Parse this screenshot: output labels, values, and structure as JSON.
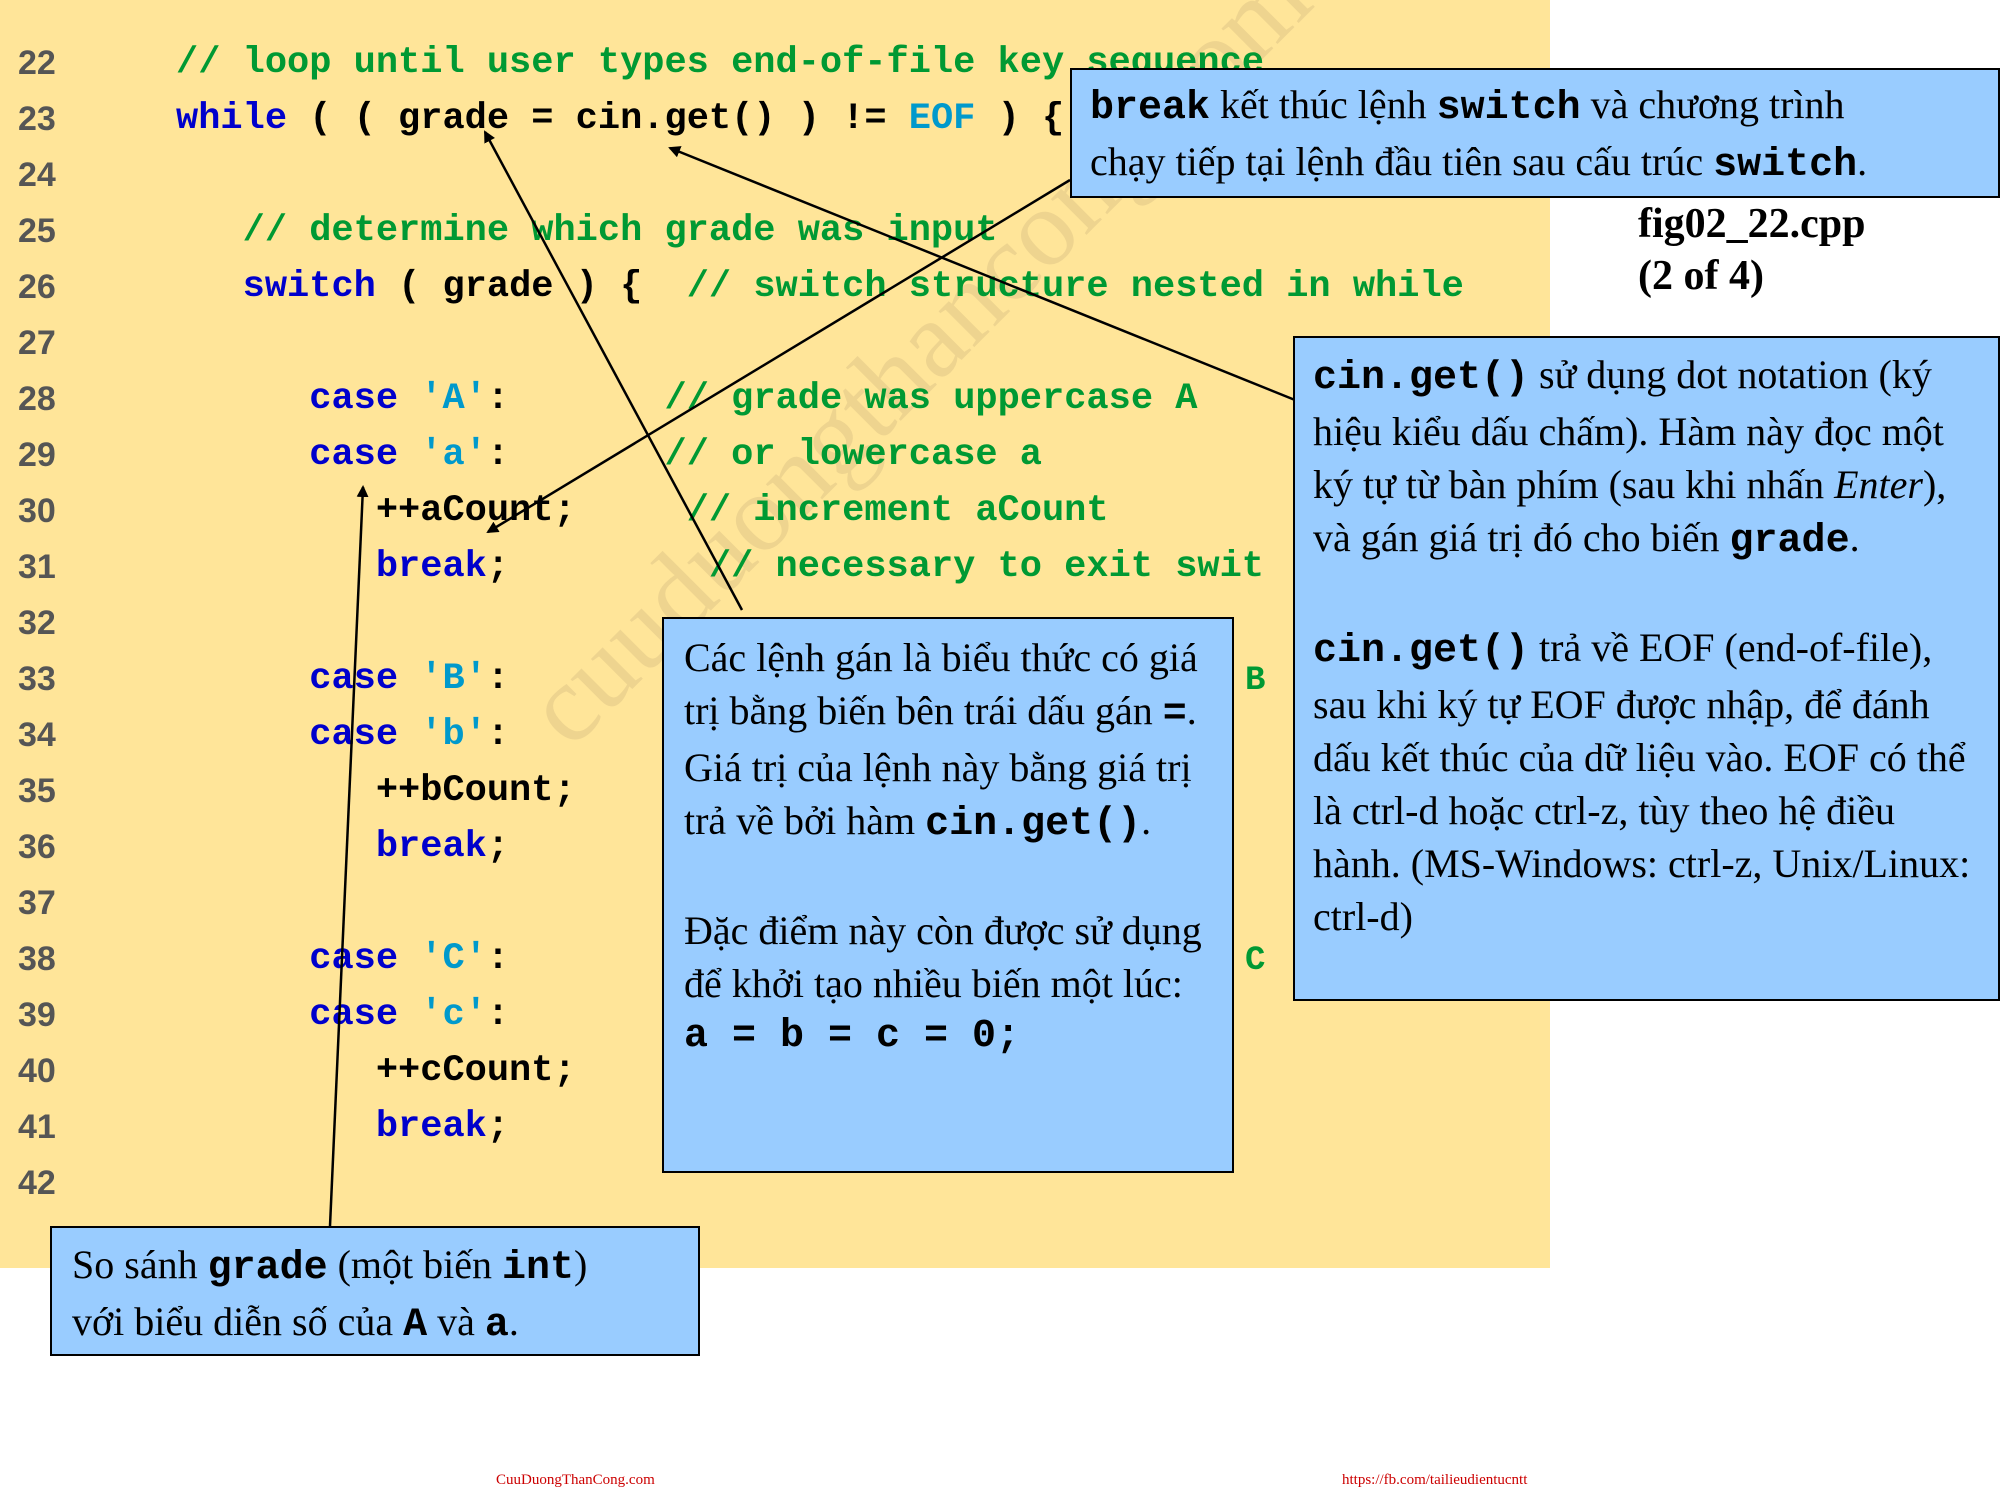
{
  "code_lines": [
    {
      "num": "22",
      "tokens": [
        {
          "t": "// loop until user types end-of-file key sequence",
          "c": "comment"
        }
      ]
    },
    {
      "num": "23",
      "tokens": [
        {
          "t": "while",
          "c": "keyword"
        },
        {
          "t": " ( ( grade = cin.get() ) != ",
          "c": "default"
        },
        {
          "t": "EOF",
          "c": "eof"
        },
        {
          "t": " ) {",
          "c": "default"
        }
      ]
    },
    {
      "num": "24",
      "tokens": []
    },
    {
      "num": "25",
      "tokens": [
        {
          "t": "   // determine which grade was input",
          "c": "comment"
        }
      ]
    },
    {
      "num": "26",
      "tokens": [
        {
          "t": "   ",
          "c": "default"
        },
        {
          "t": "switch",
          "c": "keyword"
        },
        {
          "t": " ( grade ) {  ",
          "c": "default"
        },
        {
          "t": "// switch structure nested in while",
          "c": "comment"
        }
      ]
    },
    {
      "num": "27",
      "tokens": []
    },
    {
      "num": "28",
      "tokens": [
        {
          "t": "      ",
          "c": "default"
        },
        {
          "t": "case",
          "c": "keyword"
        },
        {
          "t": " ",
          "c": "default"
        },
        {
          "t": "'A'",
          "c": "char"
        },
        {
          "t": ":       ",
          "c": "default"
        },
        {
          "t": "// grade was uppercase A",
          "c": "comment"
        }
      ]
    },
    {
      "num": "29",
      "tokens": [
        {
          "t": "      ",
          "c": "default"
        },
        {
          "t": "case",
          "c": "keyword"
        },
        {
          "t": " ",
          "c": "default"
        },
        {
          "t": "'a'",
          "c": "char"
        },
        {
          "t": ":       ",
          "c": "default"
        },
        {
          "t": "// or lowercase a",
          "c": "comment"
        }
      ]
    },
    {
      "num": "30",
      "tokens": [
        {
          "t": "         ++aCount;     ",
          "c": "default"
        },
        {
          "t": "// increment aCount",
          "c": "comment"
        }
      ]
    },
    {
      "num": "31",
      "tokens": [
        {
          "t": "         ",
          "c": "default"
        },
        {
          "t": "break",
          "c": "keyword"
        },
        {
          "t": ";         ",
          "c": "default"
        },
        {
          "t": "// necessary to exit swit",
          "c": "comment"
        }
      ]
    },
    {
      "num": "32",
      "tokens": []
    },
    {
      "num": "33",
      "tokens": [
        {
          "t": "      ",
          "c": "default"
        },
        {
          "t": "case",
          "c": "keyword"
        },
        {
          "t": " ",
          "c": "default"
        },
        {
          "t": "'B'",
          "c": "char"
        },
        {
          "t": ":",
          "c": "default"
        }
      ]
    },
    {
      "num": "34",
      "tokens": [
        {
          "t": "      ",
          "c": "default"
        },
        {
          "t": "case",
          "c": "keyword"
        },
        {
          "t": " ",
          "c": "default"
        },
        {
          "t": "'b'",
          "c": "char"
        },
        {
          "t": ":",
          "c": "default"
        }
      ]
    },
    {
      "num": "35",
      "tokens": [
        {
          "t": "         ++bCount;",
          "c": "default"
        }
      ]
    },
    {
      "num": "36",
      "tokens": [
        {
          "t": "         ",
          "c": "default"
        },
        {
          "t": "break",
          "c": "keyword"
        },
        {
          "t": ";",
          "c": "default"
        }
      ]
    },
    {
      "num": "37",
      "tokens": []
    },
    {
      "num": "38",
      "tokens": [
        {
          "t": "      ",
          "c": "default"
        },
        {
          "t": "case",
          "c": "keyword"
        },
        {
          "t": " ",
          "c": "default"
        },
        {
          "t": "'C'",
          "c": "char"
        },
        {
          "t": ":",
          "c": "default"
        }
      ]
    },
    {
      "num": "39",
      "tokens": [
        {
          "t": "      ",
          "c": "default"
        },
        {
          "t": "case",
          "c": "keyword"
        },
        {
          "t": " ",
          "c": "default"
        },
        {
          "t": "'c'",
          "c": "char"
        },
        {
          "t": ":",
          "c": "default"
        }
      ]
    },
    {
      "num": "40",
      "tokens": [
        {
          "t": "         ++cCount;",
          "c": "default"
        }
      ]
    },
    {
      "num": "41",
      "tokens": [
        {
          "t": "         ",
          "c": "default"
        },
        {
          "t": "break",
          "c": "keyword"
        },
        {
          "t": ";",
          "c": "default"
        }
      ]
    },
    {
      "num": "42",
      "tokens": []
    }
  ],
  "stray_fragments": {
    "b": "B",
    "c": "C"
  },
  "fig_label": {
    "line1": "fig02_22.cpp",
    "line2": "(2 of 4)"
  },
  "callout_break": {
    "kw1": "break",
    "t1": " kết thúc lệnh ",
    "kw2": "switch",
    "t2": " và chương trình",
    "t3": "chạy tiếp tại lệnh đầu tiên sau cấu trúc ",
    "kw3": "switch",
    "t4": "."
  },
  "callout_cinget": {
    "p1_kw": "cin.get()",
    "p1_t1": " sử dụng dot notation (ký hiệu kiểu dấu chấm). Hàm này đọc một ký tự từ bàn phím (sau khi nhấn ",
    "p1_em": "Enter",
    "p1_t2": "), và gán giá trị đó cho biến ",
    "p1_kw2": "grade",
    "p1_t3": ".",
    "p2_kw": "cin.get()",
    "p2_t1": " trả về EOF (end-of-file), sau khi ký tự EOF được nhập, để đánh dấu kết thúc của dữ liệu vào. EOF có thể là ctrl-d hoặc ctrl-z, tùy theo hệ điều hành. (MS-Windows: ctrl-z, Unix/Linux: ctrl-d)"
  },
  "callout_assign": {
    "t1": "Các lệnh gán là biểu thức có giá trị bằng biến bên trái dấu gán ",
    "kw1": "=",
    "t2": ". Giá trị của lệnh này bằng giá trị trả về bởi hàm ",
    "kw2": "cin.get()",
    "t3": ".",
    "t4": "Đặc điểm này còn được sử dụng để khởi tạo nhiều biến một lúc:",
    "kw3": "a = b = c = 0;"
  },
  "callout_grade": {
    "t1": "So sánh ",
    "kw1": "grade",
    "t2": " (một biến ",
    "kw2": "int",
    "t3": ")",
    "t4": "với biểu diễn số của ",
    "kw3": "A",
    "t5": " và ",
    "kw4": "a",
    "t6": "."
  },
  "watermark": "cuuduongthancong.com",
  "footer": {
    "left": "CuuDuongThanCong.com",
    "right": "https://fb.com/tailieudientucntt"
  }
}
